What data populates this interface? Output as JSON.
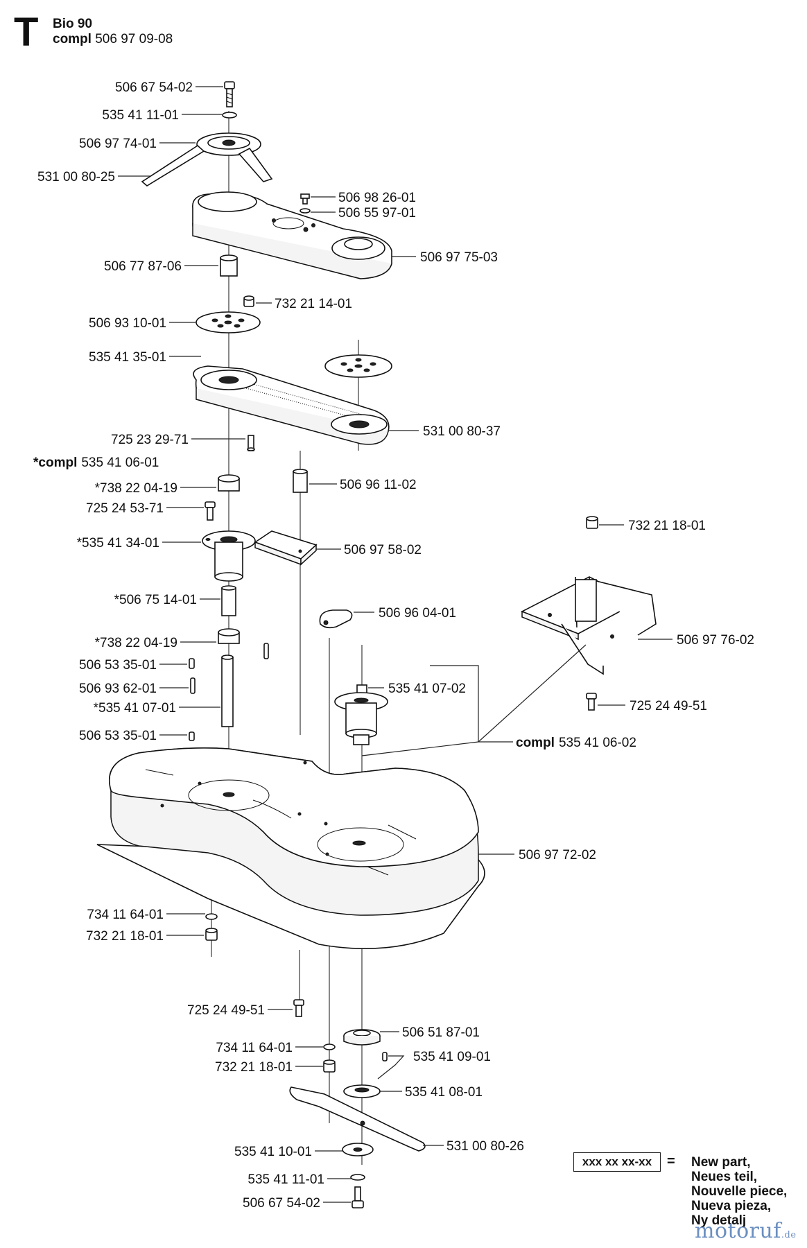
{
  "header": {
    "page_letter": "T",
    "title": "Bio 90",
    "compl_keyword": "compl",
    "compl_number": "506 97 09-08"
  },
  "labels": {
    "p01": "506 67 54-02",
    "p02": "535 41 11-01",
    "p03": "506 97 74-01",
    "p04": "531 00 80-25",
    "p05": "506 98 26-01",
    "p06": "506 55 97-01",
    "p07": "506 97 75-03",
    "p08": "506 77 87-06",
    "p09": "732 21 14-01",
    "p10": "506 93 10-01",
    "p11": "535 41 35-01",
    "p12": "531 00 80-37",
    "p13": "725 23 29-71",
    "p14_kw": "*compl",
    "p14": "535 41 06-01",
    "p15": "*738 22 04-19",
    "p16": "506 96 11-02",
    "p17": "725 24 53-71",
    "p18": "*535 41 34-01",
    "p19": "506 97 58-02",
    "p20": "732 21 18-01",
    "p21": "*506 75 14-01",
    "p22": "506 96 04-01",
    "p23": "*738 22 04-19",
    "p24": "506 97 76-02",
    "p25": "506 53 35-01",
    "p26": "506 93 62-01",
    "p27": "*535 41 07-01",
    "p28": "535 41 07-02",
    "p29": "725 24 49-51",
    "p30": "506 53 35-01",
    "p31_kw": "compl",
    "p31": "535 41 06-02",
    "p32": "506 97 72-02",
    "p33": "734 11 64-01",
    "p34": "732 21 18-01",
    "p35": "725 24 49-51",
    "p36": "506 51 87-01",
    "p37": "734 11 64-01",
    "p38": "535 41 09-01",
    "p39": "732 21 18-01",
    "p40": "535 41 08-01",
    "p41": "535 41 10-01",
    "p42": "531 00 80-26",
    "p43": "535 41 11-01",
    "p44": "506 67 54-02"
  },
  "legend": {
    "box_text": "xxx xx xx-xx",
    "equals": "=",
    "lines": [
      "New part,",
      "Neues teil,",
      "Nouvelle piece,",
      "Nueva pieza,",
      "Ny detalj"
    ]
  },
  "watermark": {
    "brand": "motoruf",
    "suffix": ".de",
    "color": "#6b8fc0"
  }
}
